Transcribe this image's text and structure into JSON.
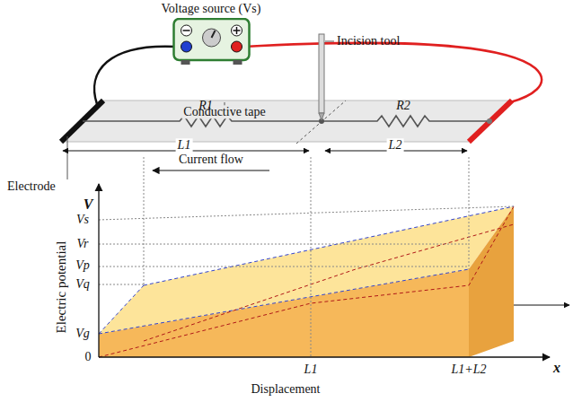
{
  "diagram": {
    "nodes": [
      {
        "text": [
          "Voltage source (Vs)"
        ]
      }
    ],
    "labels": [
      "Incision tool",
      "Conductive tape",
      "R1",
      "R2",
      "Electrode",
      "L1",
      "L2",
      "Current flow",
      "V",
      "Vs",
      "Vr",
      "Vp",
      "Vq",
      "Vg",
      "0",
      "L1",
      "L1+L2",
      "x",
      "Electric potential",
      "Displacement"
    ]
  }
}
